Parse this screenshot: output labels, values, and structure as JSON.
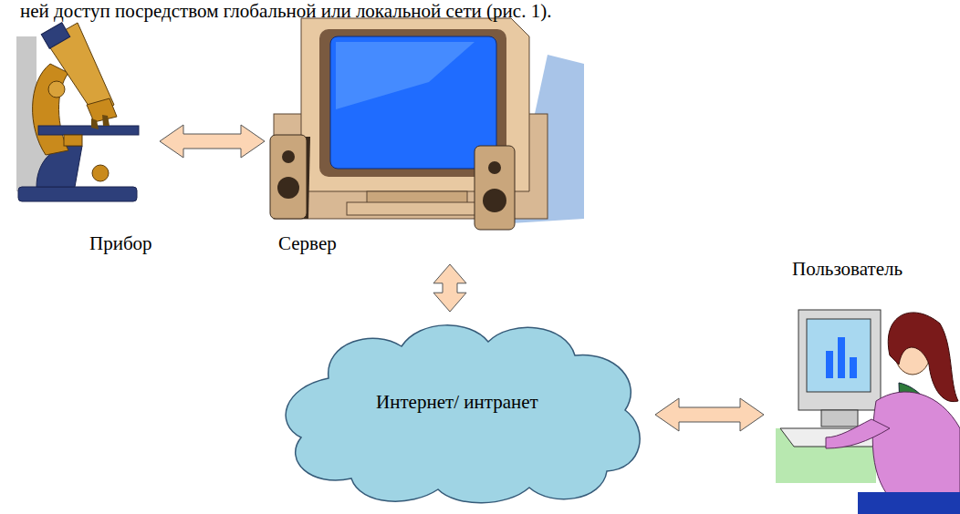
{
  "diagram": {
    "nodes": [
      {
        "text": [
          "Прибор"
        ]
      },
      {
        "text": [
          "Сервер"
        ]
      },
      {
        "text": [
          "Интернет/ интранет"
        ]
      },
      {
        "text": [
          "Пользователь"
        ]
      }
    ],
    "edges": [
      {
        "from": 0,
        "to": 1,
        "arrow": "both"
      },
      {
        "from": 1,
        "to": 2,
        "arrow": "both"
      },
      {
        "from": 2,
        "to": 3,
        "arrow": "both"
      }
    ],
    "labels": [
      "ней доступ посредством глобальной или локальной сети (рис. 1)."
    ]
  }
}
